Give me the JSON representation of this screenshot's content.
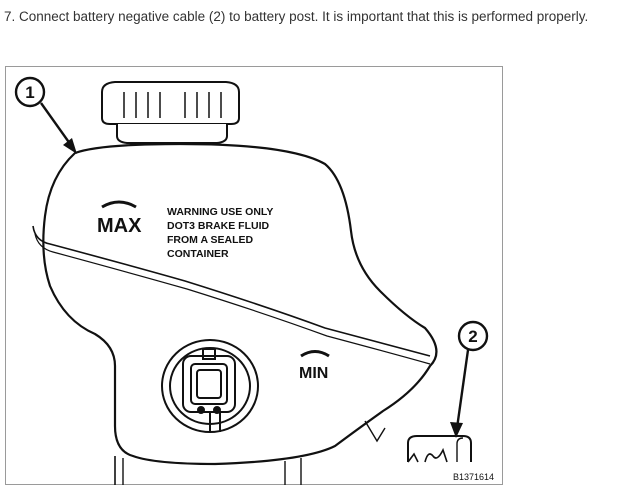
{
  "instruction": {
    "text": "7. Connect battery negative cable (2) to battery post. It is important that this is performed properly."
  },
  "figure": {
    "callouts": {
      "one": "1",
      "two": "2"
    },
    "reservoir": {
      "max_label": "MAX",
      "min_label": "MIN",
      "warning": {
        "line1": "WARNING USE ONLY",
        "line2": "DOT3 BRAKE FLUID",
        "line3": "FROM A SEALED",
        "line4": "CONTAINER"
      }
    },
    "figure_id": "B1371614"
  }
}
